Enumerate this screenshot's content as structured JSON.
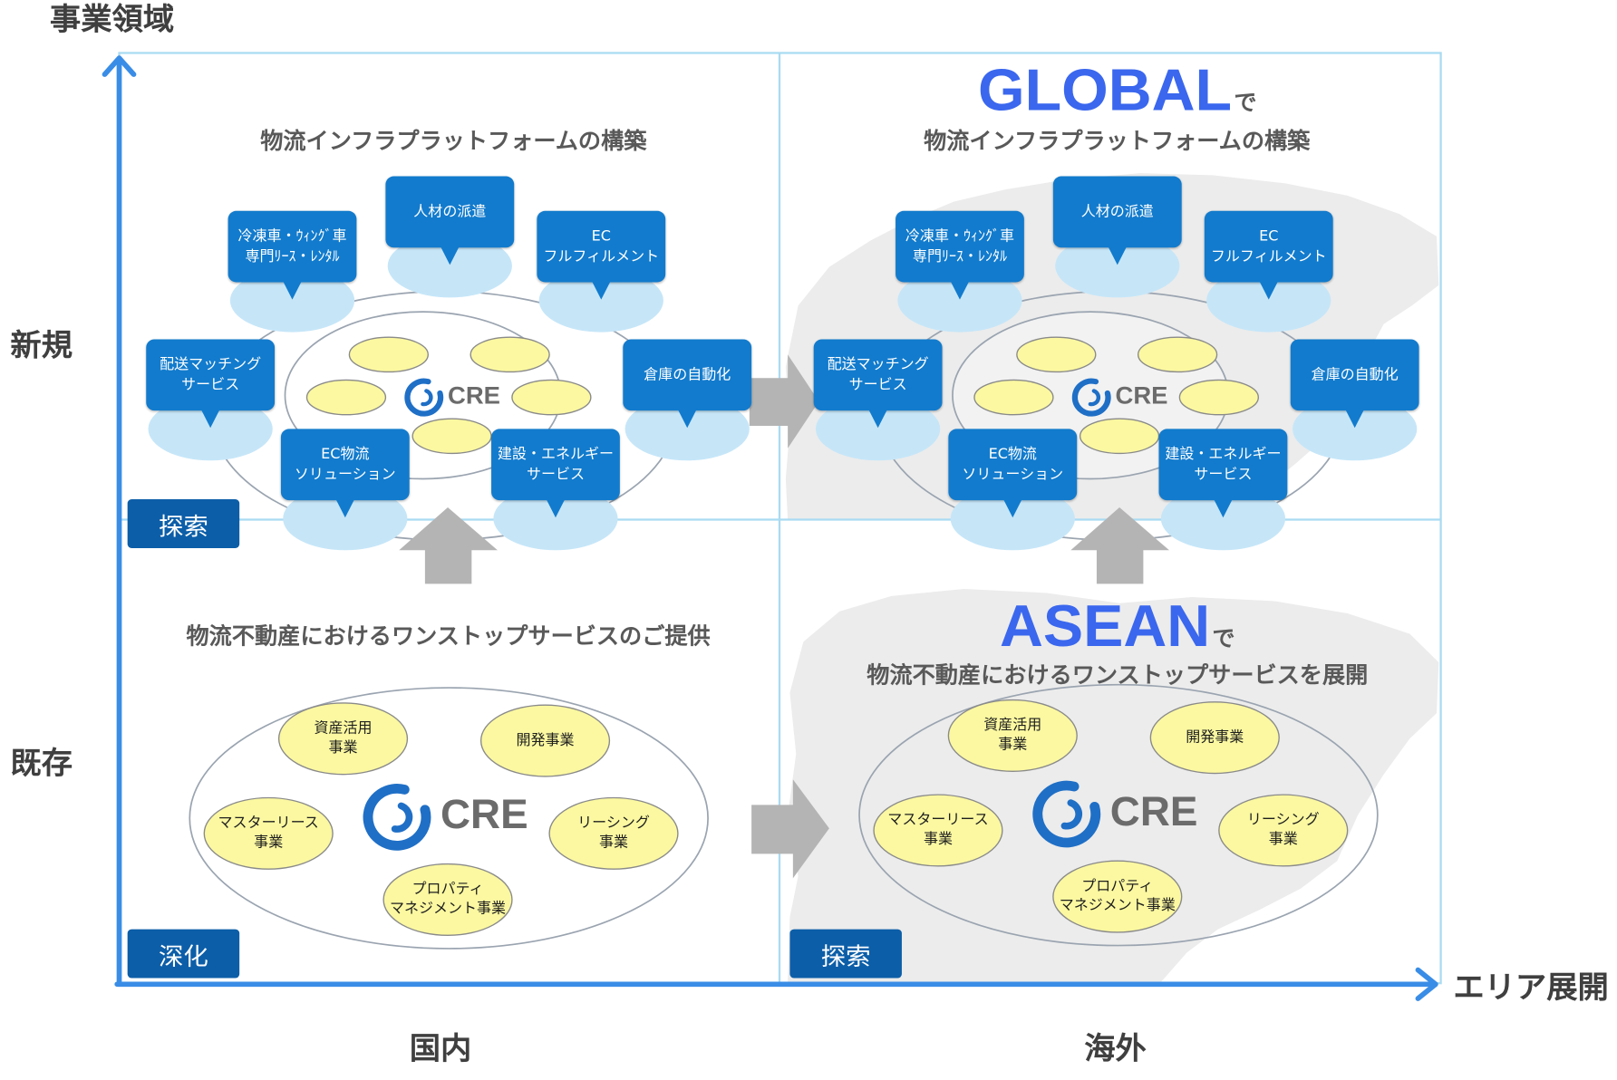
{
  "axes": {
    "y_label": "事業領域",
    "x_label": "エリア展開",
    "row_labels": {
      "upper": "新規",
      "lower": "既存"
    },
    "column_labels": {
      "left": "国内",
      "right": "海外"
    }
  },
  "quadrants": {
    "top_left": {
      "title": "物流インフラプラットフォームの構築",
      "logo_text": "CRE",
      "badge": "探索",
      "callouts": [
        {
          "lines": [
            "冷凍車・ｳｨﾝｸﾞ車",
            "専門ﾘｰｽ・ﾚﾝﾀﾙ"
          ]
        },
        {
          "lines": [
            "人材の派遣"
          ]
        },
        {
          "lines": [
            "EC",
            "フルフィルメント"
          ]
        },
        {
          "lines": [
            "配送マッチング",
            "サービス"
          ]
        },
        {
          "lines": [
            "倉庫の自動化"
          ]
        },
        {
          "lines": [
            "EC物流",
            "ソリューション"
          ]
        },
        {
          "lines": [
            "建設・エネルギー",
            "サービス"
          ]
        }
      ]
    },
    "top_right": {
      "headline": "GLOBAL",
      "headline_suffix": "で",
      "title": "物流インフラプラットフォームの構築",
      "logo_text": "CRE",
      "callouts": [
        {
          "lines": [
            "冷凍車・ｳｨﾝｸﾞ車",
            "専門ﾘｰｽ・ﾚﾝﾀﾙ"
          ]
        },
        {
          "lines": [
            "人材の派遣"
          ]
        },
        {
          "lines": [
            "EC",
            "フルフィルメント"
          ]
        },
        {
          "lines": [
            "配送マッチング",
            "サービス"
          ]
        },
        {
          "lines": [
            "倉庫の自動化"
          ]
        },
        {
          "lines": [
            "EC物流",
            "ソリューション"
          ]
        },
        {
          "lines": [
            "建設・エネルギー",
            "サービス"
          ]
        }
      ]
    },
    "bottom_left": {
      "title": "物流不動産におけるワンストップサービスのご提供",
      "logo_text": "CRE",
      "badge": "深化",
      "businesses": [
        {
          "lines": [
            "資産活用",
            "事業"
          ]
        },
        {
          "lines": [
            "開発事業"
          ]
        },
        {
          "lines": [
            "マスターリース",
            "事業"
          ]
        },
        {
          "lines": [
            "リーシング",
            "事業"
          ]
        },
        {
          "lines": [
            "プロパティ",
            "マネジメント事業"
          ]
        }
      ]
    },
    "bottom_right": {
      "headline": "ASEAN",
      "headline_suffix": "で",
      "title": "物流不動産におけるワンストップサービスを展開",
      "logo_text": "CRE",
      "badge": "探索",
      "businesses": [
        {
          "lines": [
            "資産活用",
            "事業"
          ]
        },
        {
          "lines": [
            "開発事業"
          ]
        },
        {
          "lines": [
            "マスターリース",
            "事業"
          ]
        },
        {
          "lines": [
            "リーシング",
            "事業"
          ]
        },
        {
          "lines": [
            "プロパティ",
            "マネジメント事業"
          ]
        }
      ]
    }
  },
  "icons": {
    "logo": "cre-logo-icon",
    "transition_arrows": [
      "up-arrow-icon",
      "right-arrow-icon"
    ],
    "axis_arrows": [
      "axis-arrow-up-icon",
      "axis-arrow-right-icon"
    ]
  },
  "colors": {
    "axis": "#3a8de6",
    "grid": "#a9dbf2",
    "callout_box": "#127bcd",
    "badge": "#0c5ea8",
    "headline": "#3a67ee",
    "callout_halo": "#c6e6f8",
    "business_fill": "#fbf8a1",
    "ring_stroke": "#9aa4b0",
    "transition_arrow": "#b4b4b4",
    "map": "#ececec",
    "logo_blue": "#1f6fc6",
    "logo_text": "#6b6b6b"
  }
}
